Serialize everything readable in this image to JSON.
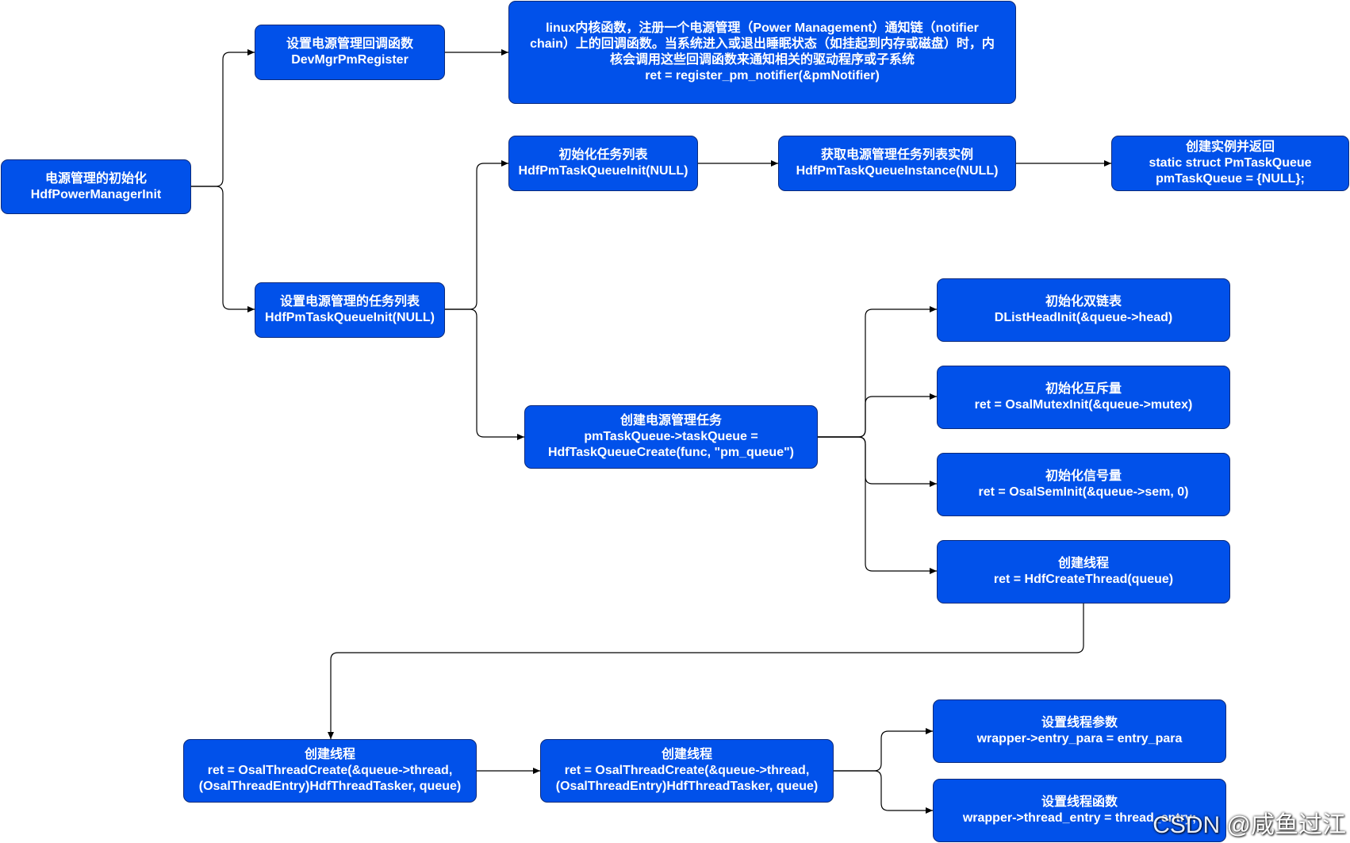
{
  "nodes": {
    "init": {
      "lines": [
        "电源管理的初始化",
        "HdfPowerManagerInit"
      ]
    },
    "pm_register": {
      "lines": [
        "设置电源管理回调函数",
        "DevMgrPmRegister"
      ]
    },
    "notifier": {
      "lines": [
        "linux内核函数，注册一个电源管理（Power Management）通知链（notifier",
        "chain）上的回调函数。当系统进入或退出睡眠状态（如挂起到内存或磁盘）时，内",
        "核会调用这些回调函数来通知相关的驱动程序或子系统",
        "ret = register_pm_notifier(&pmNotifier)"
      ]
    },
    "task_queue": {
      "lines": [
        "设置电源管理的任务列表",
        "HdfPmTaskQueueInit(NULL)"
      ]
    },
    "queue_init": {
      "lines": [
        "初始化任务列表",
        "HdfPmTaskQueueInit(NULL)"
      ]
    },
    "queue_instance": {
      "lines": [
        "获取电源管理任务列表实例",
        "HdfPmTaskQueueInstance(NULL)"
      ]
    },
    "create_return": {
      "lines": [
        "创建实例并返回",
        "static struct PmTaskQueue",
        "pmTaskQueue = {NULL};"
      ]
    },
    "create_task": {
      "lines": [
        "创建电源管理任务",
        "pmTaskQueue->taskQueue =",
        "HdfTaskQueueCreate(func, \"pm_queue\")"
      ]
    },
    "dlist": {
      "lines": [
        "初始化双链表",
        "DListHeadInit(&queue->head)"
      ]
    },
    "mutex": {
      "lines": [
        "初始化互斥量",
        "ret = OsalMutexInit(&queue->mutex)"
      ]
    },
    "sem": {
      "lines": [
        "初始化信号量",
        "ret = OsalSemInit(&queue->sem, 0)"
      ]
    },
    "create_thread": {
      "lines": [
        "创建线程",
        "ret = HdfCreateThread(queue)"
      ]
    },
    "osal_thread_1": {
      "lines": [
        "创建线程",
        "ret = OsalThreadCreate(&queue->thread,",
        "(OsalThreadEntry)HdfThreadTasker, queue)"
      ]
    },
    "osal_thread_2": {
      "lines": [
        "创建线程",
        "ret = OsalThreadCreate(&queue->thread,",
        "(OsalThreadEntry)HdfThreadTasker, queue)"
      ]
    },
    "thread_param": {
      "lines": [
        "设置线程参数",
        "wrapper->entry_para = entry_para"
      ]
    },
    "thread_func": {
      "lines": [
        "设置线程函数",
        "wrapper->thread_entry = thread_entry;"
      ]
    }
  },
  "watermark": "CSDN @咸鱼过江",
  "colors": {
    "box_fill": "#0151ea",
    "box_border": "#0a2a7a",
    "text": "#ffffff",
    "edge": "#000000"
  }
}
